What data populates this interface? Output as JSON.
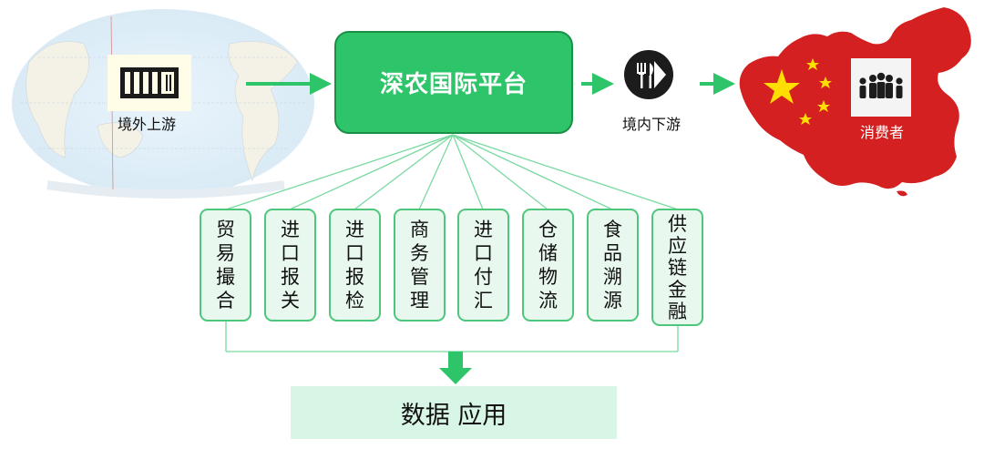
{
  "upstream": {
    "label": "境外上游"
  },
  "platform": {
    "title": "深农国际平台"
  },
  "downstream": {
    "label": "境内下游"
  },
  "consumer": {
    "label": "消费者"
  },
  "services": [
    {
      "lines": [
        "贸",
        "易",
        "撮",
        "合"
      ]
    },
    {
      "lines": [
        "进",
        "口",
        "报",
        "关"
      ]
    },
    {
      "lines": [
        "进",
        "口",
        "报",
        "检"
      ]
    },
    {
      "lines": [
        "商",
        "务",
        "管",
        "理"
      ]
    },
    {
      "lines": [
        "进",
        "口",
        "付",
        "汇"
      ]
    },
    {
      "lines": [
        "仓",
        "储",
        "物",
        "流"
      ]
    },
    {
      "lines": [
        "食",
        "品",
        "溯",
        "源"
      ]
    },
    {
      "lines": [
        "供",
        "应",
        "链",
        "金",
        "融"
      ]
    }
  ],
  "data_application": {
    "label": "数据 应用"
  },
  "colors": {
    "platform": "#2ec46a",
    "arrow": "#2ec46a",
    "line": "#7ad9a1",
    "service_border": "#4cc77c",
    "china_red": "#d42020",
    "star": "#ffde00"
  },
  "icons": {
    "upstream": "shipping-container-icon",
    "downstream": "fork-knife-icon",
    "consumer": "people-group-icon"
  }
}
